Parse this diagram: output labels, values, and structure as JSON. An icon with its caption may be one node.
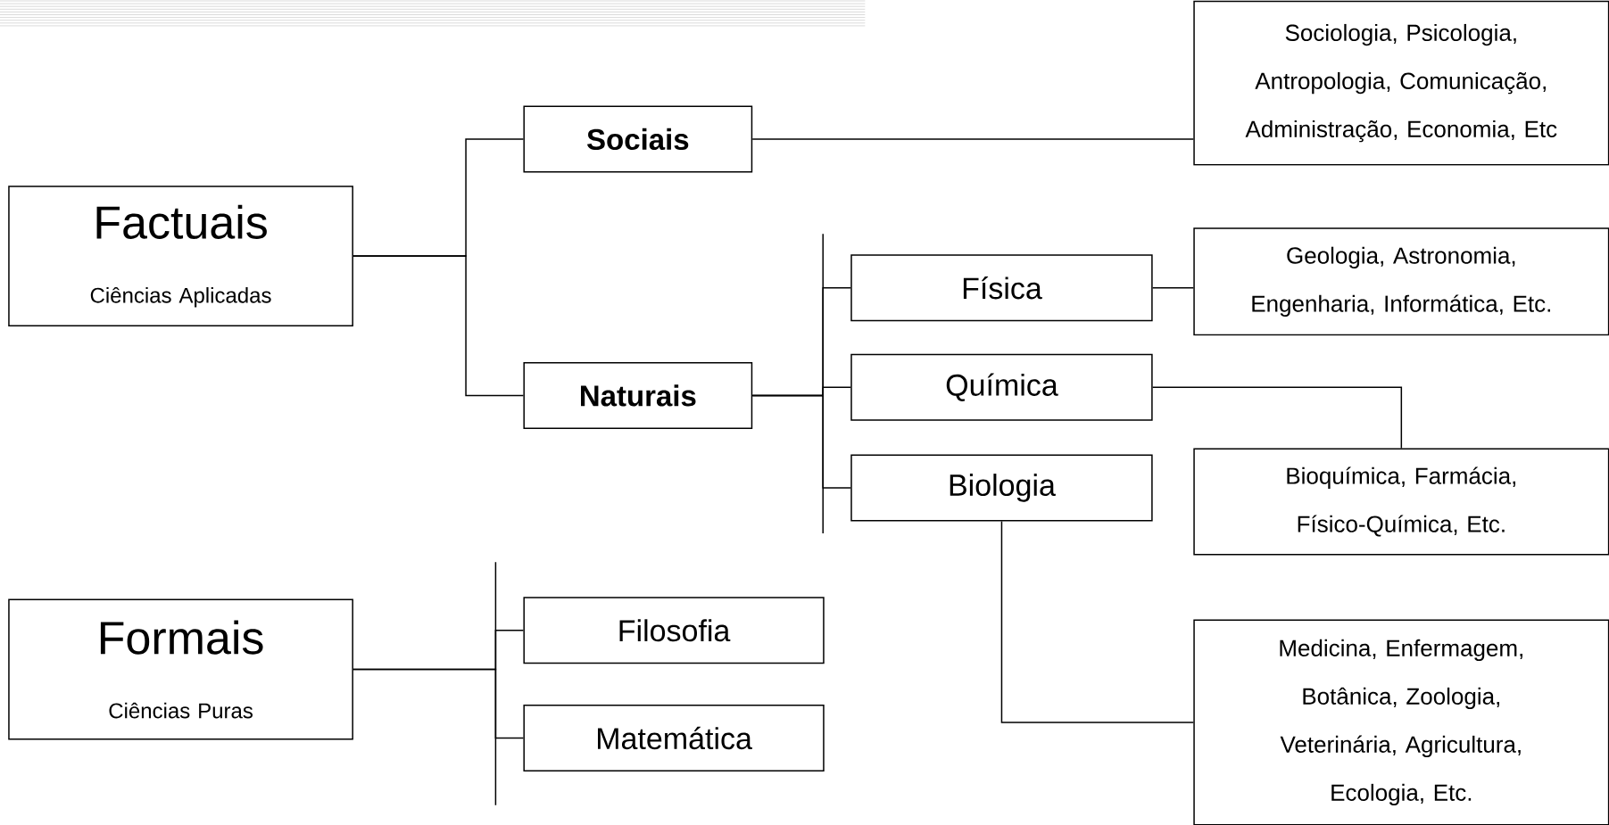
{
  "diagram": {
    "nodes": [
      {
        "text": [
          "Factuais",
          "Ciências Aplicadas"
        ]
      },
      {
        "text": [
          "Sociais"
        ]
      },
      {
        "text": [
          "Naturais"
        ]
      },
      {
        "text": [
          "Sociologia, Psicologia, Antropologia, Comunicação, Administração, Economia, Etc"
        ]
      },
      {
        "text": [
          "Física"
        ]
      },
      {
        "text": [
          "Geologia, Astronomia, Engenharia, Informática, Etc."
        ]
      },
      {
        "text": [
          "Química"
        ]
      },
      {
        "text": [
          "Bioquímica, Farmácia, Físico-Química, Etc."
        ]
      },
      {
        "text": [
          "Biologia"
        ]
      },
      {
        "text": [
          "Medicina, Enfermagem, Botânica, Zoologia, Veterinária, Agricultura, Ecologia, Etc."
        ]
      },
      {
        "text": [
          "Formais",
          "Ciências Puras"
        ]
      },
      {
        "text": [
          "Filosofia"
        ]
      },
      {
        "text": [
          "Matemática"
        ]
      }
    ],
    "edges": [
      {
        "from": 0,
        "to": 1,
        "arrow": "none"
      },
      {
        "from": 0,
        "to": 2,
        "arrow": "none"
      },
      {
        "from": 1,
        "to": 3,
        "arrow": "none"
      },
      {
        "from": 2,
        "to": 4,
        "arrow": "none"
      },
      {
        "from": 2,
        "to": 6,
        "arrow": "none"
      },
      {
        "from": 2,
        "to": 8,
        "arrow": "none"
      },
      {
        "from": 4,
        "to": 5,
        "arrow": "none"
      },
      {
        "from": 6,
        "to": 7,
        "arrow": "none"
      },
      {
        "from": 8,
        "to": 9,
        "arrow": "none"
      },
      {
        "from": 10,
        "to": 11,
        "arrow": "none"
      },
      {
        "from": 10,
        "to": 12,
        "arrow": "none"
      }
    ]
  }
}
